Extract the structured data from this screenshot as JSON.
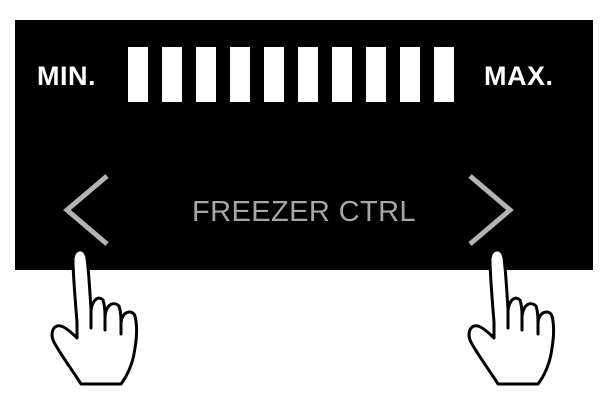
{
  "control": {
    "min_label": "MIN.",
    "max_label": "MAX.",
    "title": "FREEZER CTRL",
    "level": {
      "filled": 10,
      "total": 10
    }
  },
  "icons": {
    "decrease": "chevron-left-icon",
    "increase": "chevron-right-icon",
    "hand": "pointing-hand-icon"
  },
  "colors": {
    "panel": "#000000",
    "text": "#ffffff",
    "title": "#a7a7a7",
    "arrow": "#b4b4b4",
    "segment_on": "#ffffff"
  }
}
